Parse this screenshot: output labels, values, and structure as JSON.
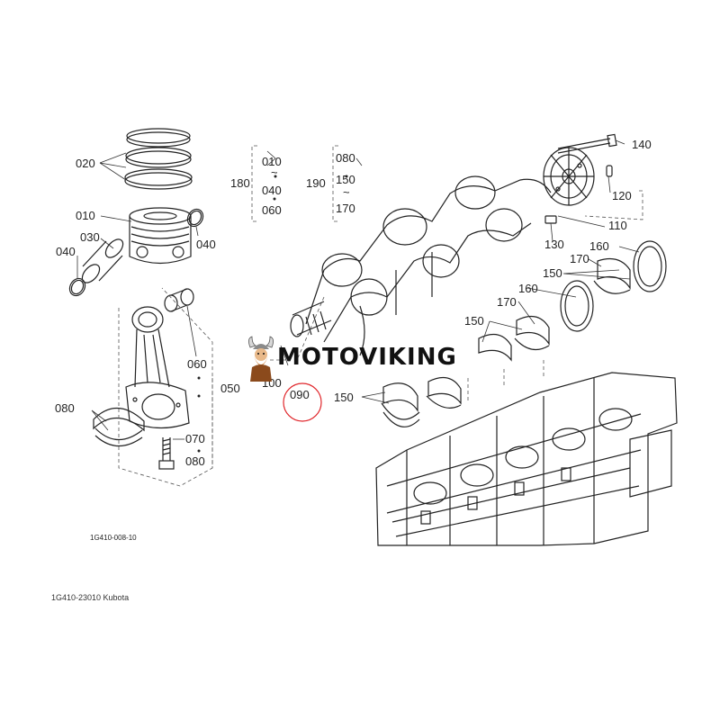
{
  "diagram": {
    "part_labels": {
      "p020": "020",
      "p010": "010",
      "p030": "030",
      "p040a": "040",
      "p040b": "040",
      "p060": "060",
      "p050": "050",
      "p080a": "080",
      "p070": "070",
      "p080b": "080",
      "p100": "100",
      "p090": "090",
      "p180": "180",
      "p010r": "010",
      "p040r": "040",
      "p060r": "060",
      "p190": "190",
      "p080r": "080",
      "p150r": "150",
      "p170r": "170",
      "p140": "140",
      "p120": "120",
      "p110": "110",
      "p130": "130",
      "p160a": "160",
      "p170a": "170",
      "p150a": "150",
      "p160b": "160",
      "p170b": "170",
      "p150b": "150",
      "p150c": "150"
    },
    "range_tilde": "~",
    "drawing_code": "1G410-008-10",
    "highlight_color": "#e0262b"
  },
  "caption": "1G410-23010 Kubota",
  "watermark": {
    "brand": "MOTOVIKING"
  }
}
